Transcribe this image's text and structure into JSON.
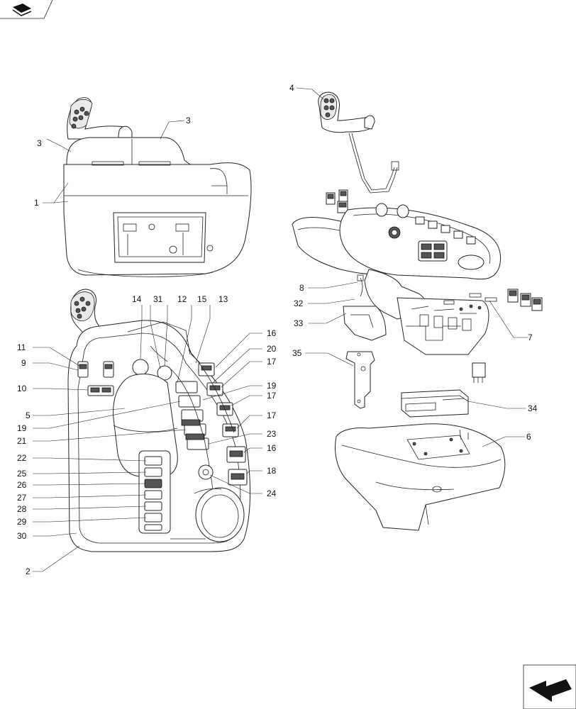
{
  "callouts": {
    "c1": "1",
    "c2": "2",
    "c3a": "3",
    "c3b": "3",
    "c4": "4",
    "c5": "5",
    "c6": "6",
    "c7": "7",
    "c8": "8",
    "c9": "9",
    "c10": "10",
    "c11": "11",
    "c12": "12",
    "c13": "13",
    "c14": "14",
    "c15": "15",
    "c16a": "16",
    "c16b": "16",
    "c17a": "17",
    "c17b": "17",
    "c17c": "17",
    "c18": "18",
    "c19a": "19",
    "c19b": "19",
    "c20": "20",
    "c21": "21",
    "c22": "22",
    "c23": "23",
    "c24": "24",
    "c25": "25",
    "c26": "26",
    "c27": "27",
    "c28": "28",
    "c29": "29",
    "c30": "30",
    "c31": "31",
    "c32": "32",
    "c33": "33",
    "c34": "34",
    "c35": "35"
  },
  "icons": {
    "top_left": "book-navigation-icon",
    "bottom_right": "next-page-arrow-icon"
  }
}
